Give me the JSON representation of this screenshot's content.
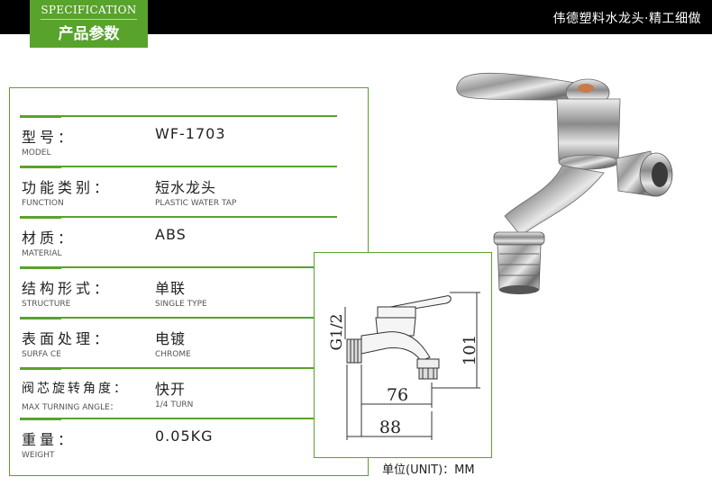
{
  "header": {
    "spec_en": "SPECIFICATION",
    "spec_cn": "产品参数",
    "slogan": "伟德塑料水龙头·精工细做"
  },
  "specs": [
    {
      "label_cn": "型号：",
      "label_en": "MODEL",
      "value_cn": "WF-1703",
      "value_en": ""
    },
    {
      "label_cn": "功能类别：",
      "label_en": "FUNCTION",
      "value_cn": "短水龙头",
      "value_en": "PLASTIC WATER TAP"
    },
    {
      "label_cn": "材质：",
      "label_en": "MATERIAL",
      "value_cn": "ABS",
      "value_en": ""
    },
    {
      "label_cn": "结构形式：",
      "label_en": "STRUCTURE",
      "value_cn": "单联",
      "value_en": "SINGLE TYPE"
    },
    {
      "label_cn": "表面处理：",
      "label_en": "SURFA CE",
      "value_cn": "电镀",
      "value_en": "CHROME"
    },
    {
      "label_cn": "阀芯旋转角度：",
      "label_en": "MAX TURNING ANGLE：",
      "value_cn": "快开",
      "value_en": "1/4 TURN"
    },
    {
      "label_cn": "重量：",
      "label_en": "WEIGHT",
      "value_cn": "0.05KG",
      "value_en": ""
    }
  ],
  "diagram": {
    "thread": "G1/2",
    "height": "101",
    "spout_length": "76",
    "total_length": "88"
  },
  "unit_label": "单位(UNIT)：MM",
  "colors": {
    "accent": "#58a32b",
    "topbar": "#000000"
  }
}
